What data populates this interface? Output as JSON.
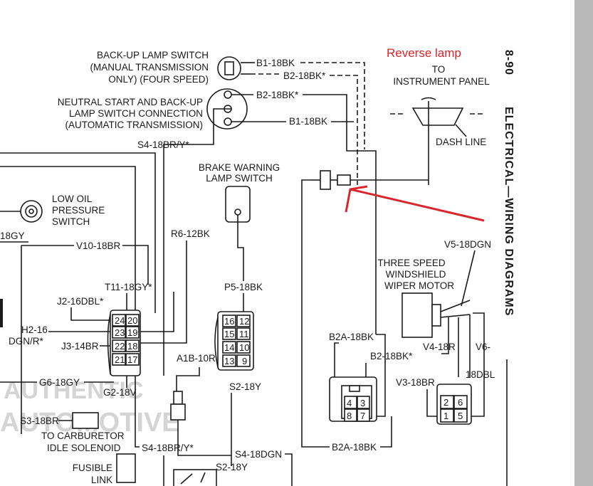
{
  "annotation": {
    "text": "Reverse lamp",
    "color": "#d9262c"
  },
  "page": {
    "number": "8-90",
    "section_title": "ELECTRICAL—WIRING DIAGRAMS"
  },
  "watermark": {
    "line1": "AUTHENTIC",
    "line2": "AUTOMOTIVE"
  },
  "components": {
    "backup_switch": [
      "BACK-UP LAMP SWITCH",
      "(MANUAL TRANSMISSION",
      "ONLY) (FOUR SPEED)"
    ],
    "neutral_switch": [
      "NEUTRAL  START  AND BACK-UP",
      "LAMP SWITCH CONNECTION",
      "(AUTOMATIC TRANSMISSION)"
    ],
    "instrument_panel": [
      "TO",
      "INSTRUMENT PANEL"
    ],
    "dash_line": "DASH LINE",
    "brake_switch": [
      "BRAKE WARNING",
      "LAMP SWITCH"
    ],
    "oil_switch": [
      "LOW OIL",
      "PRESSURE",
      "SWITCH"
    ],
    "wiper_motor": [
      "THREE SPEED",
      "WINDSHIELD",
      "WIPER MOTOR"
    ],
    "carburetor": [
      "TO CARBURETOR",
      "IDLE SOLENOID"
    ],
    "fusible_link": [
      "FUSIBLE",
      "LINK"
    ]
  },
  "wires": {
    "b1_18bk": "B1-18BK",
    "b2_18bk_star": "B2-18BK*",
    "s4_18br_y": "S4-18BR/Y*",
    "r6_12bk": "R6-12BK",
    "v10_18br": "V10-18BR",
    "gy_18": "18GY",
    "t11_18gy": "T11-18GY*",
    "j2_16dbl": "J2-16DBL*",
    "h2_16_a": "H2-16",
    "h2_16_b": "DGN/R*",
    "j3_14br": "J3-14BR",
    "g6_18gy": "G6-18GY",
    "g2_18v": "G2-18V",
    "s3_18br": "S3-18BR",
    "a1b_10r": "A1B-10R",
    "p5_18bk": "P5-18BK",
    "s2_18y": "S2-18Y",
    "s4_18dgn": "S4-18DGN",
    "b2a_18bk": "B2A-18BK",
    "v5_18dgn": "V5-18DGN",
    "v4_18r": "V4-18R",
    "v3_18br": "V3-18BR",
    "v6_a": "V6-",
    "v6_b": "18DBL"
  },
  "pins": {
    "left_block": [
      "24",
      "20",
      "23",
      "19",
      "22",
      "18",
      "21",
      "17"
    ],
    "mid_block": [
      "16",
      "12",
      "15",
      "11",
      "14",
      "10",
      "13",
      "9"
    ],
    "backup_conn": [
      "4",
      "3",
      "8",
      "7"
    ],
    "wiper_conn": [
      "2",
      "6",
      "1",
      "5"
    ]
  }
}
